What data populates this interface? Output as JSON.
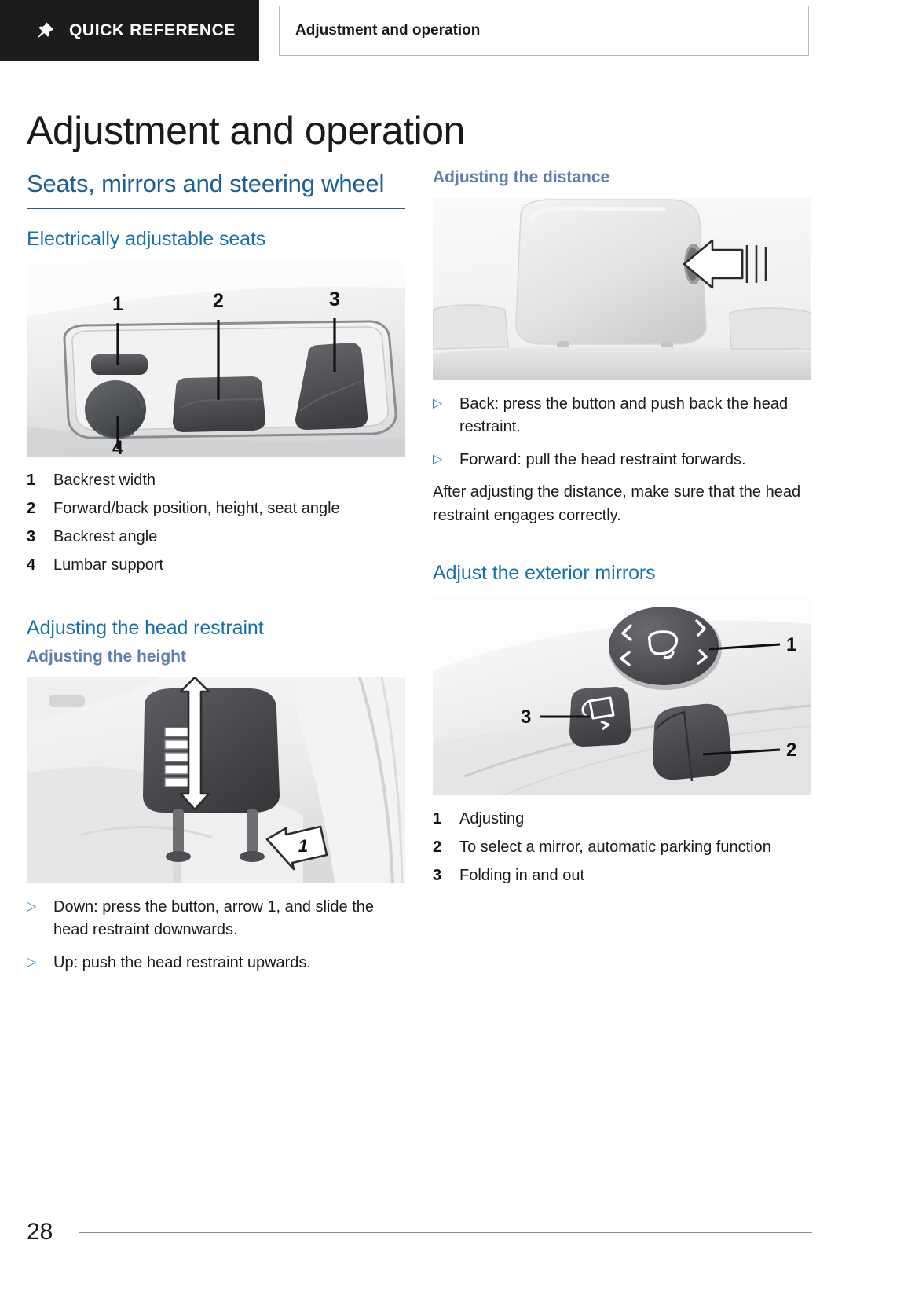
{
  "header": {
    "tab_label": "QUICK REFERENCE",
    "tab_icon": "pushpin-icon",
    "breadcrumb": "Adjustment and operation"
  },
  "page_title": "Adjustment and operation",
  "left_column": {
    "section_heading": "Seats, mirrors and steering wheel",
    "subsection_1": {
      "heading": "Electrically adjustable seats",
      "figure_alt": "seat-control-buttons-photo",
      "figure_callouts": [
        "1",
        "2",
        "3",
        "4"
      ],
      "legend": [
        {
          "num": "1",
          "text": "Backrest width"
        },
        {
          "num": "2",
          "text": "Forward/back position, height, seat angle"
        },
        {
          "num": "3",
          "text": "Backrest angle"
        },
        {
          "num": "4",
          "text": "Lumbar support"
        }
      ]
    },
    "subsection_2": {
      "heading": "Adjusting the head restraint",
      "subheading": "Adjusting the height",
      "figure_alt": "head-restraint-height-photo",
      "figure_callouts": [
        "1"
      ],
      "bullets": [
        "Down: press the button, arrow 1, and slide the head restraint downwards.",
        "Up: push the head restraint upwards."
      ]
    }
  },
  "right_column": {
    "subsection_1": {
      "subheading": "Adjusting the distance",
      "figure_alt": "head-restraint-distance-photo",
      "bullets": [
        "Back: press the button and push back the head restraint.",
        "Forward: pull the head restraint forwards."
      ],
      "paragraph": "After adjusting the distance, make sure that the head restraint engages correctly."
    },
    "subsection_2": {
      "heading": "Adjust the exterior mirrors",
      "figure_alt": "exterior-mirror-controls-photo",
      "figure_callouts": [
        "1",
        "2",
        "3"
      ],
      "legend": [
        {
          "num": "1",
          "text": "Adjusting"
        },
        {
          "num": "2",
          "text": "To select a mirror, automatic parking function"
        },
        {
          "num": "3",
          "text": "Folding in and out"
        }
      ]
    }
  },
  "footer": {
    "page_number": "28"
  },
  "colors": {
    "heading_blue": "#1a5f96",
    "subheading_blue": "#1670ab",
    "muted_blue": "#5c7fb0",
    "bullet_blue": "#2a7ab5",
    "tab_background": "#1c1c1c",
    "text": "#1a1a1a"
  },
  "bullet_glyph": "▷"
}
